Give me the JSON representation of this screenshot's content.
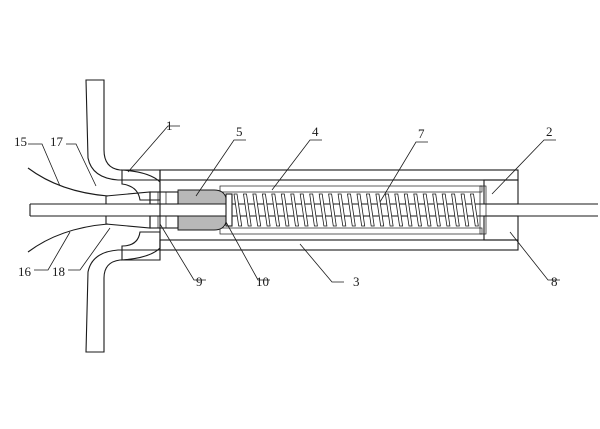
{
  "drawing": {
    "callouts": [
      {
        "id": "1",
        "label": "1"
      },
      {
        "id": "2",
        "label": "2"
      },
      {
        "id": "3",
        "label": "3"
      },
      {
        "id": "4",
        "label": "4"
      },
      {
        "id": "5",
        "label": "5"
      },
      {
        "id": "7",
        "label": "7"
      },
      {
        "id": "8",
        "label": "8"
      },
      {
        "id": "9",
        "label": "9"
      },
      {
        "id": "10",
        "label": "10"
      },
      {
        "id": "15",
        "label": "15"
      },
      {
        "id": "16",
        "label": "16"
      },
      {
        "id": "17",
        "label": "17"
      },
      {
        "id": "18",
        "label": "18"
      }
    ]
  },
  "colors": {
    "line": "#1a1a1a",
    "shaded_part": "#b8b8b8",
    "background": "#ffffff"
  }
}
